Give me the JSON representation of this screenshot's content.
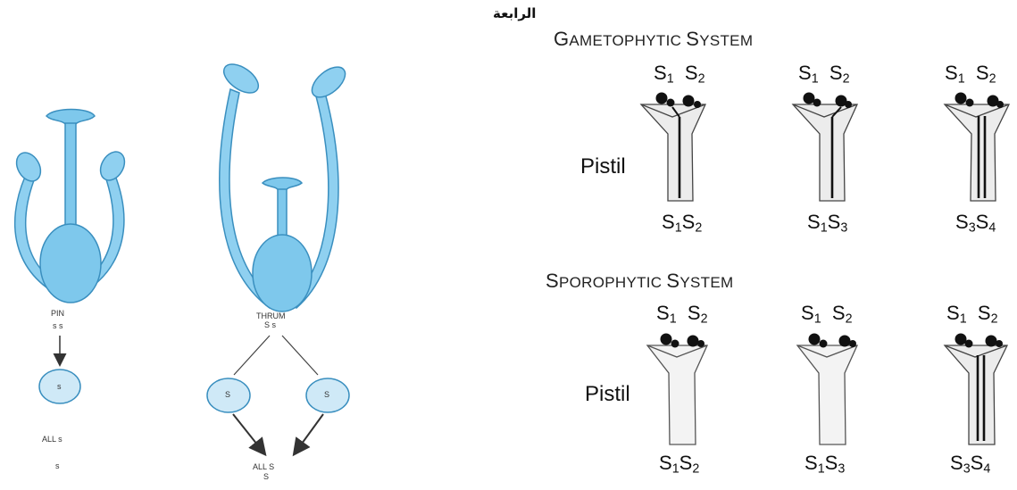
{
  "header_arabic": "الرابعة",
  "left_diagram": {
    "pin": {
      "label": "PIN",
      "genotype": "s s",
      "pollen_allele": "s",
      "offspring_line1": "ALL s",
      "offspring_line2": "s"
    },
    "thrum": {
      "label": "THRUM",
      "genotype": "S s",
      "pollen_left": "S",
      "pollen_right": "S",
      "offspring_line1": "ALL  S",
      "offspring_line2": "S"
    },
    "colors": {
      "flower_fill": "#7ec8ec",
      "flower_stroke": "#3a8fbf",
      "pollen_fill": "#cfe9f7"
    }
  },
  "gametophytic": {
    "title_caps": [
      "G",
      "S"
    ],
    "title_rest": [
      "AMETOPHYTIC ",
      "YSTEM"
    ],
    "pistil_label": "Pistil",
    "pollen_pairs": [
      {
        "a": "S",
        "a_sub": "1",
        "b": "S",
        "b_sub": "2"
      },
      {
        "a": "S",
        "a_sub": "1",
        "b": "S",
        "b_sub": "2"
      },
      {
        "a": "S",
        "a_sub": "1",
        "b": "S",
        "b_sub": "2"
      }
    ],
    "pistil_genotypes": [
      {
        "a": "S",
        "a_sub": "1",
        "b": "S",
        "b_sub": "2"
      },
      {
        "a": "S",
        "a_sub": "1",
        "b": "S",
        "b_sub": "3"
      },
      {
        "a": "S",
        "a_sub": "3",
        "b": "S",
        "b_sub": "4"
      }
    ],
    "tubes_grown": [
      1,
      1,
      2
    ]
  },
  "sporophytic": {
    "title_caps": [
      "S",
      "S"
    ],
    "title_rest": [
      "POROPHYTIC ",
      "YSTEM"
    ],
    "pistil_label": "Pistil",
    "pollen_pairs": [
      {
        "a": "S",
        "a_sub": "1",
        "b": "S",
        "b_sub": "2"
      },
      {
        "a": "S",
        "a_sub": "1",
        "b": "S",
        "b_sub": "2"
      },
      {
        "a": "S",
        "a_sub": "1",
        "b": "S",
        "b_sub": "2"
      }
    ],
    "pistil_genotypes": [
      {
        "a": "S",
        "a_sub": "1",
        "b": "S",
        "b_sub": "2"
      },
      {
        "a": "S",
        "a_sub": "1",
        "b": "S",
        "b_sub": "3"
      },
      {
        "a": "S",
        "a_sub": "3",
        "b": "S",
        "b_sub": "4"
      }
    ],
    "tubes_grown": [
      0,
      0,
      2
    ]
  }
}
